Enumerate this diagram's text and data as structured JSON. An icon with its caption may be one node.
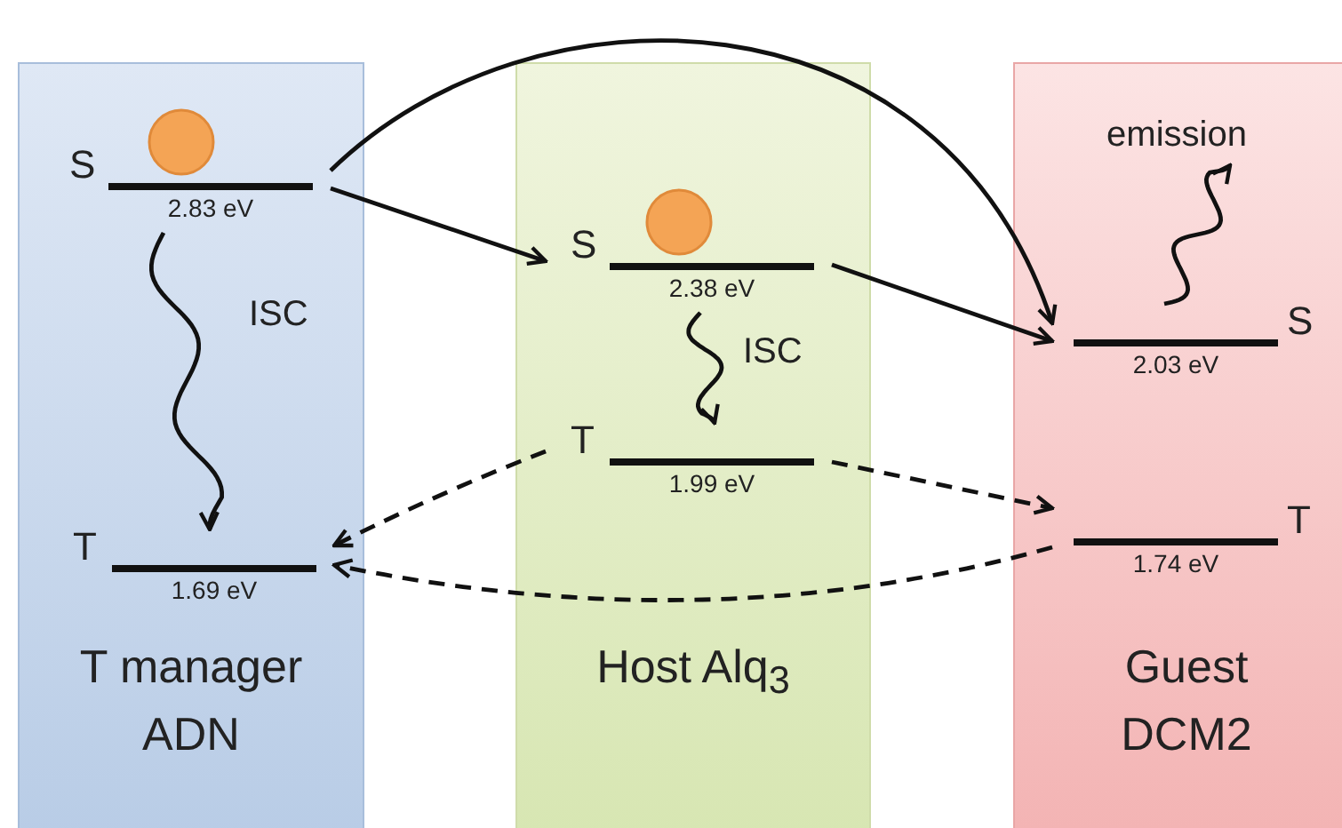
{
  "diagram": {
    "nodes": [
      {
        "text": [
          "T manager ADN"
        ]
      },
      {
        "text": [
          "S",
          "2.83 eV"
        ],
        "in": 0
      },
      {
        "text": [
          "T",
          "1.69 eV"
        ],
        "in": 0
      },
      {
        "text": [
          "Host Alq$_{3}$"
        ]
      },
      {
        "text": [
          "S",
          "2.38 eV"
        ],
        "in": 3
      },
      {
        "text": [
          "T",
          "1.99 eV"
        ],
        "in": 3
      },
      {
        "text": [
          "Guest DCM2"
        ]
      },
      {
        "text": [
          "emission"
        ],
        "in": 6
      },
      {
        "text": [
          "S",
          "2.03 eV"
        ],
        "in": 6
      },
      {
        "text": [
          "T",
          "1.74 eV"
        ],
        "in": 6
      }
    ],
    "edges": [
      {
        "from": 1,
        "to": 4,
        "arrow": "to"
      },
      {
        "from": 1,
        "to": 8,
        "arrow": "to"
      },
      {
        "from": 4,
        "to": 8,
        "arrow": "to"
      },
      {
        "from": 1,
        "to": 2,
        "arrow": "to",
        "label": "ISC"
      },
      {
        "from": 4,
        "to": 5,
        "arrow": "to",
        "label": "ISC"
      },
      {
        "from": 5,
        "to": 2,
        "arrow": "to",
        "style": "dashed"
      },
      {
        "from": 5,
        "to": 9,
        "arrow": "to",
        "style": "dashed"
      },
      {
        "from": 9,
        "to": 2,
        "arrow": "to",
        "style": "dashed"
      },
      {
        "from": 8,
        "to": 7,
        "arrow": "to"
      }
    ]
  }
}
